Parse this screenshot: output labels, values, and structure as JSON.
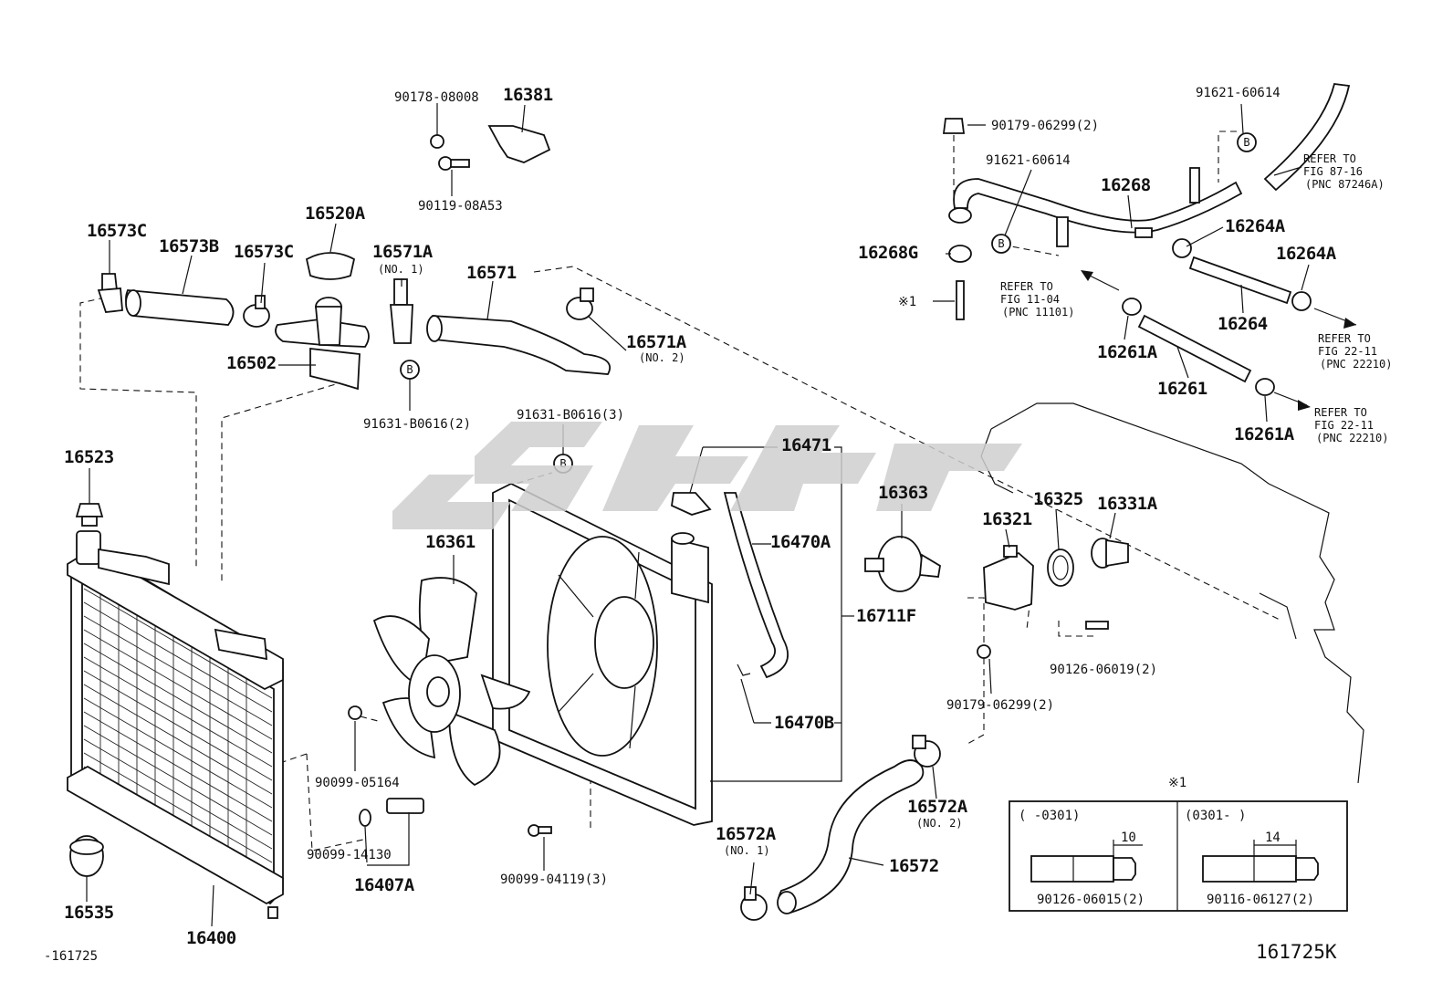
{
  "diagram_id": "161725K",
  "footer_code": "-161725",
  "watermark_text": "",
  "labels": {
    "p90178": "90178-08008",
    "p16381": "16381",
    "p90119": "90119-08A53",
    "p16573C_a": "16573C",
    "p16573B": "16573B",
    "p16573C_b": "16573C",
    "p16520A": "16520A",
    "p16571A_1": "16571A",
    "p16571A_1n": "(NO. 1)",
    "p16571": "16571",
    "p16502": "16502",
    "p16571A_2": "16571A",
    "p16571A_2n": "(NO. 2)",
    "p91631_2": "91631-B0616(2)",
    "p91631_3": "91631-B0616(3)",
    "p16523": "16523",
    "p16471": "16471",
    "p16361": "16361",
    "p16470A": "16470A",
    "p16711F": "16711F",
    "p16470B": "16470B",
    "p90099_05164": "90099-05164",
    "p90099_14130": "90099-14130",
    "p16407A": "16407A",
    "p90099_04119": "90099-04119(3)",
    "p16535": "16535",
    "p16400": "16400",
    "p16572A_1": "16572A",
    "p16572A_1n": "(NO. 1)",
    "p16572": "16572",
    "p16572A_2": "16572A",
    "p16572A_2n": "(NO. 2)",
    "p16363": "16363",
    "p16321": "16321",
    "p16325": "16325",
    "p16331A": "16331A",
    "p90126_06019": "90126-06019(2)",
    "p90179_06299_b": "90179-06299(2)",
    "p91621_top": "91621-60614",
    "p90179_06299_a": "90179-06299(2)",
    "p91621_mid": "91621-60614",
    "p16268": "16268",
    "p16268G": "16268G",
    "p16264A_a": "16264A",
    "p16264A_b": "16264A",
    "p16264": "16264",
    "p16261A_a": "16261A",
    "p16261": "16261",
    "p16261A_b": "16261A",
    "note1": "※1",
    "ref1_a": "REFER TO",
    "ref1_b": "FIG 87-16",
    "ref1_c": "(PNC 87246A)",
    "ref2_a": "REFER TO",
    "ref2_b": "FIG 11-04",
    "ref2_c": "(PNC 11101)",
    "ref3_a": "REFER TO",
    "ref3_b": "FIG 22-11",
    "ref3_c": "(PNC 22210)",
    "ref4_a": "REFER TO",
    "ref4_b": "FIG 22-11",
    "ref4_c": "(PNC 22210)",
    "b_marker": "B"
  },
  "inset": {
    "title": "※1",
    "left": {
      "range": "(      -0301)",
      "dimension": "10",
      "part": "90126-06015(2)"
    },
    "right": {
      "range": "(0301-      )",
      "dimension": "14",
      "part": "90116-06127(2)"
    }
  }
}
